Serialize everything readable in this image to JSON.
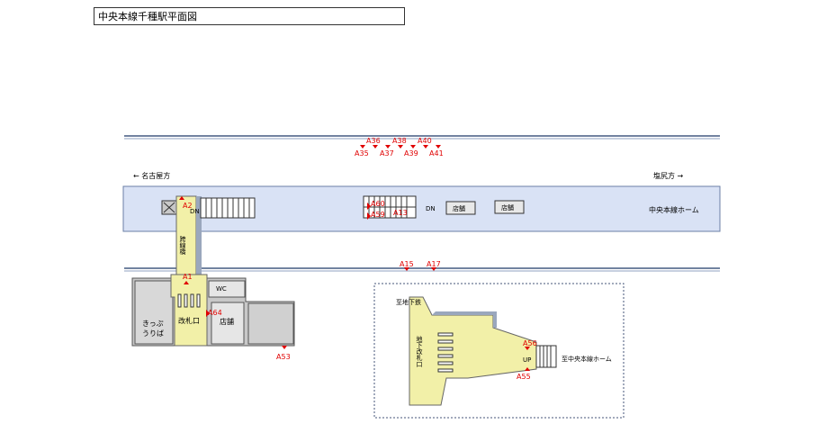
{
  "title": "中央本線千種駅平面図",
  "directions": {
    "left": "← 名古屋方",
    "right": "塩尻方 →"
  },
  "platform_label": "中央本線ホーム",
  "concourse": {
    "bridge_label": "跨線橋",
    "wc": "WC",
    "ticket_gate": "改札口",
    "shop": "店舗",
    "ticket_sales": [
      "きっぷ",
      "うりば"
    ]
  },
  "shops": [
    "店舗",
    "店舗"
  ],
  "stair_labels": {
    "dn1": "DN",
    "dn2": "DN",
    "up": "UP"
  },
  "subway": {
    "to_subway": "至地下鉄",
    "gate": "地下改札口",
    "to_platform": "至中央本線ホーム"
  },
  "markers": {
    "top_upper": [
      "A36",
      "A38",
      "A40"
    ],
    "top_lower": [
      "A35",
      "A37",
      "A39",
      "A41"
    ],
    "a2": "A2",
    "a1": "A1",
    "a64": "A64",
    "a53": "A53",
    "a15": "A15",
    "a17": "A17",
    "a60": "A60",
    "a59": "A59",
    "a13": "A13",
    "a56": "A56",
    "a55": "A55"
  },
  "colors": {
    "platform_fill": "#d9e2f5",
    "concourse_fill": "#f2f0a8",
    "building_fill": "#c8c8c8",
    "marker_red": "#e00000"
  }
}
